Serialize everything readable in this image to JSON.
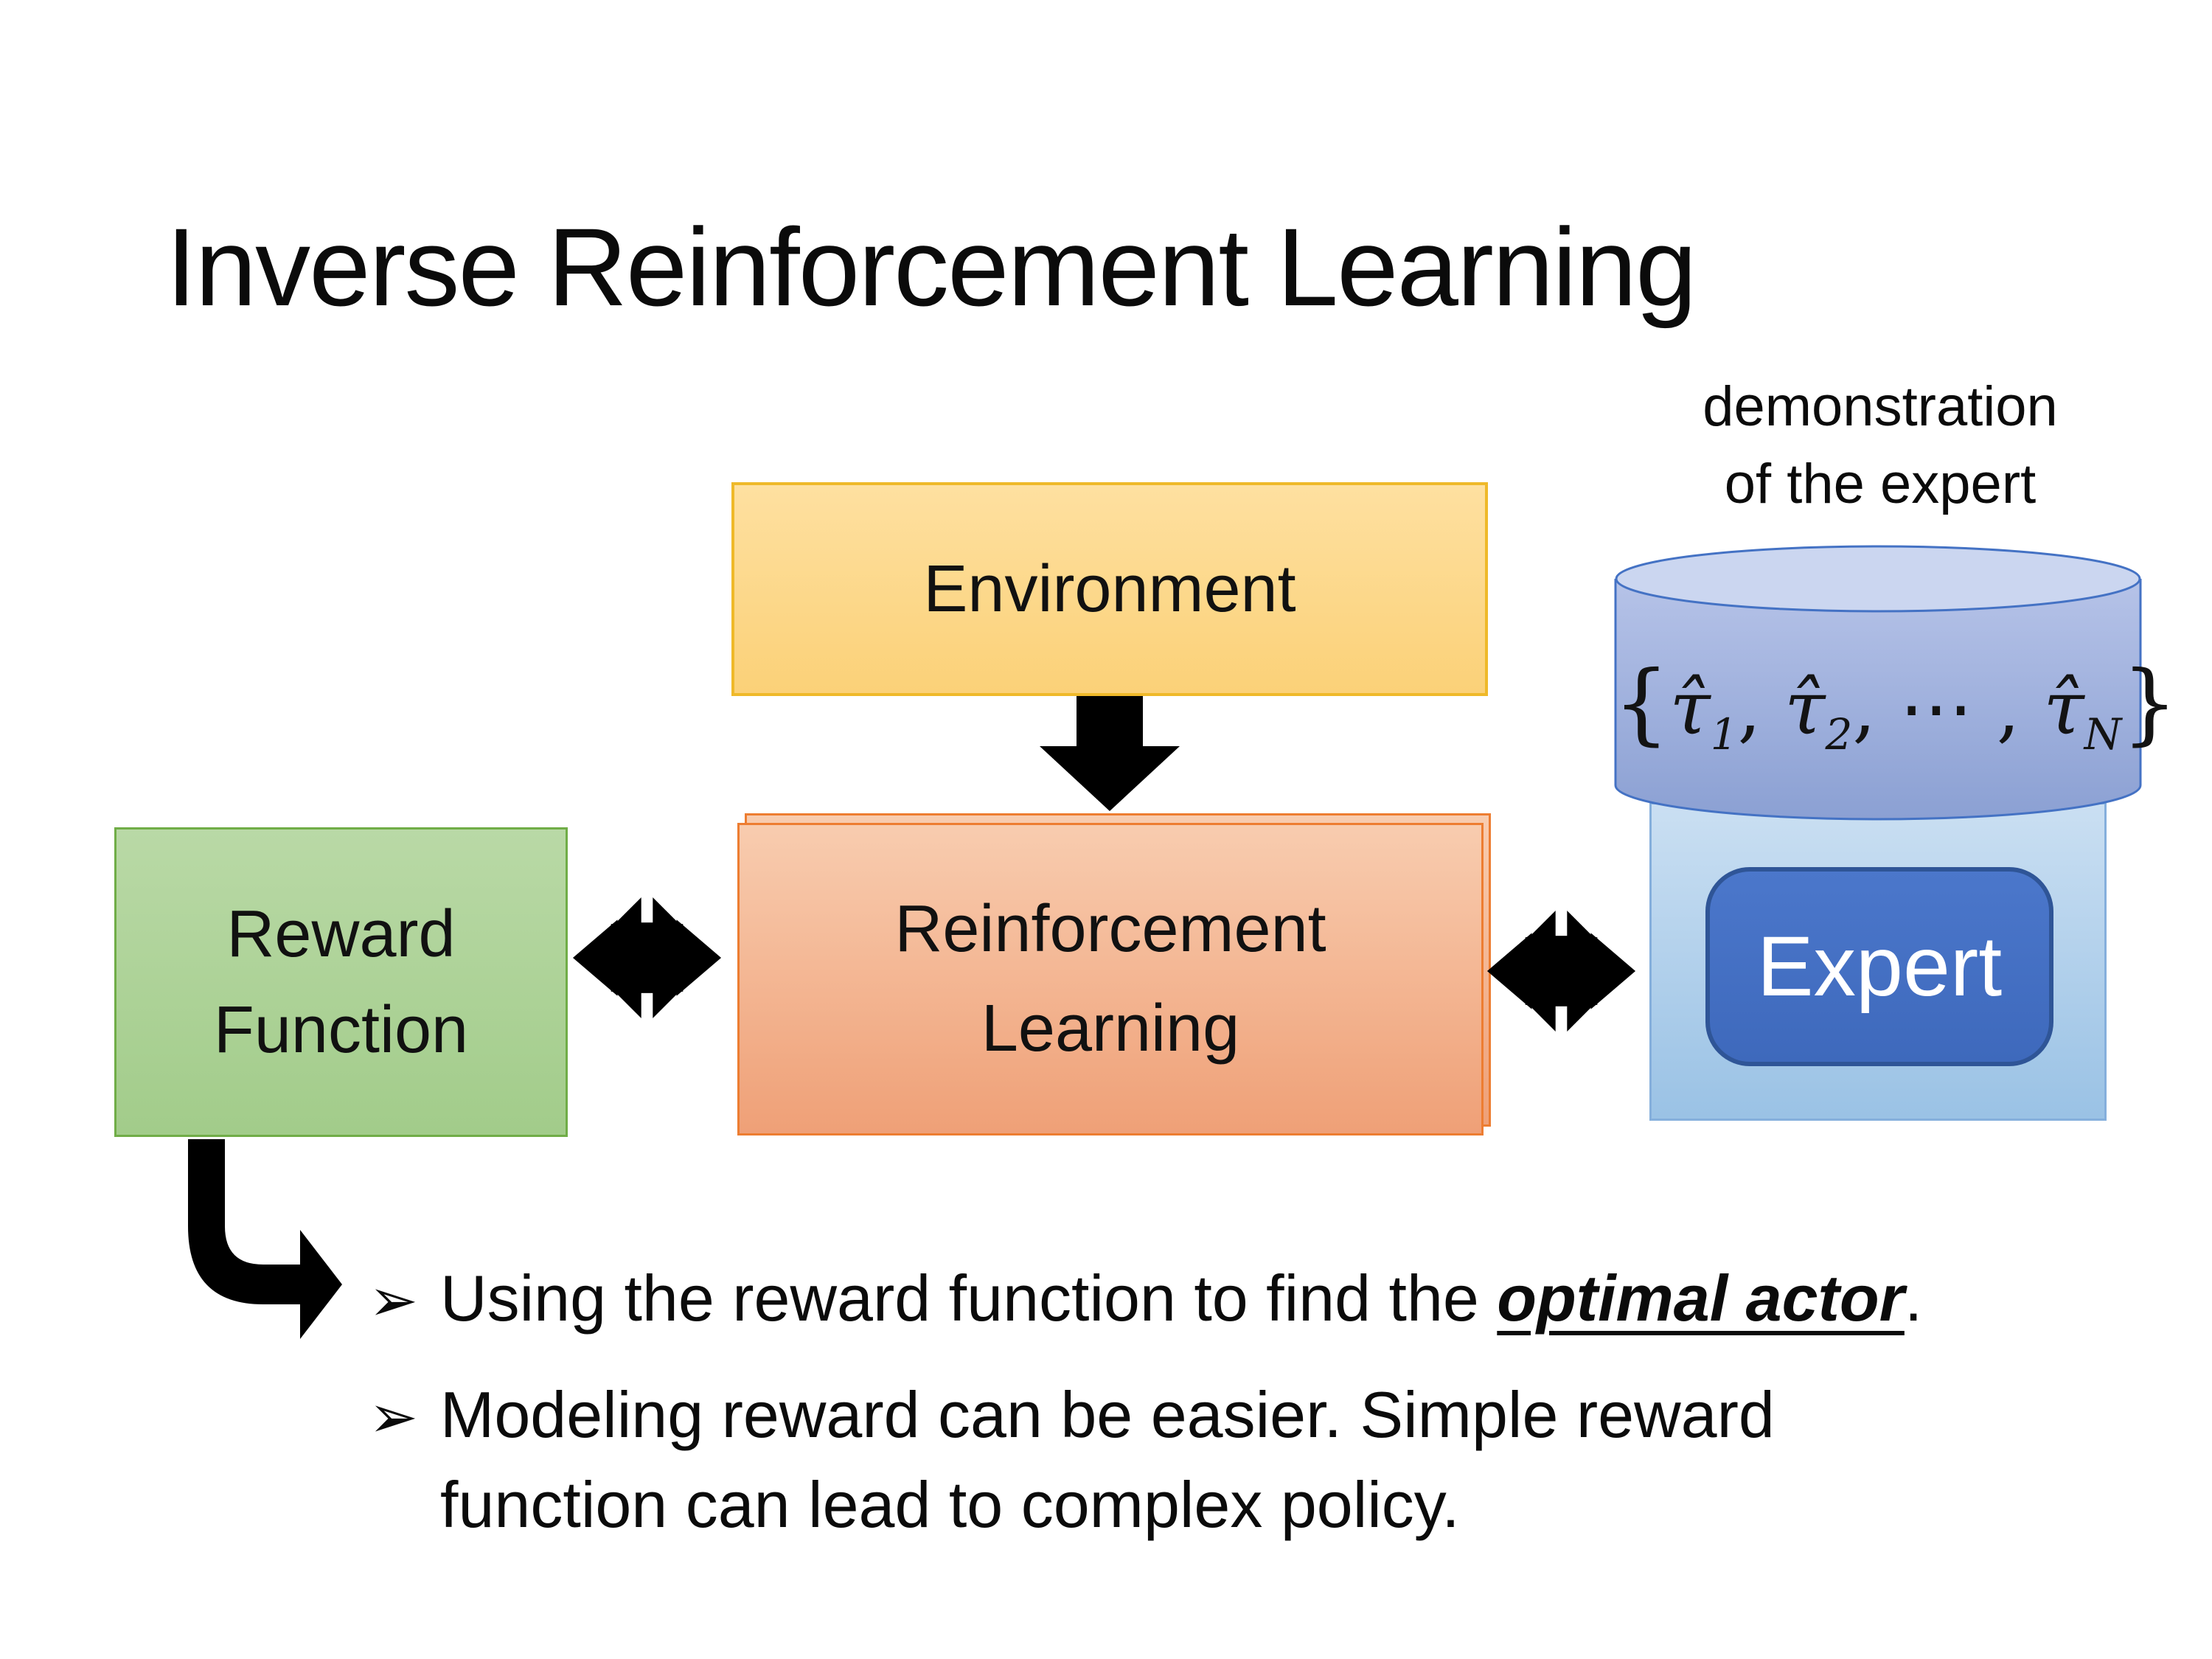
{
  "slide": {
    "title": "Inverse Reinforcement Learning",
    "demo_label": {
      "line1": "demonstration",
      "line2": "of the expert"
    },
    "environment": {
      "label": "Environment"
    },
    "reward": {
      "line1": "Reward",
      "line2": "Function"
    },
    "rl": {
      "line1": "Reinforcement",
      "line2": "Learning"
    },
    "expert": {
      "label": "Expert"
    },
    "dataset_math": {
      "open": "{",
      "tau": "τ̂",
      "sub1": "1",
      "sep1": ", ",
      "sub2": "2",
      "sep2": ", ⋯ , ",
      "subN": "N",
      "close": "}"
    },
    "bullets": {
      "marker": "➢",
      "item1": {
        "before": "Using the reward function to find the ",
        "emphasis": "optimal actor",
        "after": "."
      },
      "item2": {
        "line1": "Modeling reward can be easier. Simple reward",
        "line2": "function can lead to complex policy."
      }
    },
    "colors": {
      "environment_fill": "#FBD178",
      "environment_border": "#EFB929",
      "reward_fill": "#A2CC8A",
      "reward_border": "#70AD47",
      "rl_fill": "#EFA077",
      "rl_border": "#ED7D31",
      "expert_panel_fill": "#9AC2E5",
      "expert_fill": "#4472C4",
      "expert_border": "#2F5597",
      "cylinder_fill_top": "#CBD6F0",
      "cylinder_fill_bottom": "#8BA0D3",
      "cylinder_border": "#4472C4",
      "arrow_color": "#000000"
    }
  }
}
